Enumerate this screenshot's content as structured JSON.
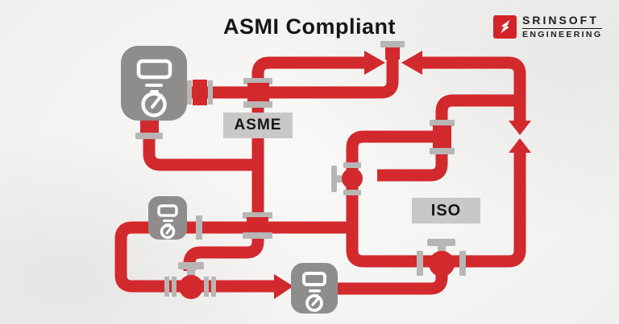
{
  "title": "ASMI Compliant",
  "logo": {
    "brand": "SRINSOFT",
    "division": "ENGINEERING",
    "mark_icon": "srinsoft-lightning-s-icon"
  },
  "labels": {
    "asme": "ASME",
    "iso": "ISO"
  },
  "colors": {
    "background": "#f1f0ee",
    "pipe_red": "#d2292d",
    "flange_gray": "#b7b6b5",
    "device_gray": "#8e8d8c",
    "label_bg": "#c9c8c7",
    "text_dark": "#161616",
    "logo_red": "#d2232a",
    "detail_white": "#ffffff"
  },
  "diagram": {
    "devices": [
      "boiler-unit-top-left",
      "boiler-unit-mid-left",
      "boiler-unit-bottom-center"
    ],
    "valves": [
      "gate-valve-inner-loop",
      "gate-valve-bottom-left",
      "gate-valve-bottom-right"
    ],
    "fittings": [
      "capped-vent-outlet",
      "flanged-cross-top",
      "flanged-cross-middle",
      "flanged-tee-right-loop",
      "pipe-flange-couplings"
    ],
    "flow_arrows": [
      "arrow-right-into-vent",
      "arrow-left-into-vent",
      "arrows-converging-right-loop",
      "arrow-into-bottom-boiler"
    ]
  }
}
